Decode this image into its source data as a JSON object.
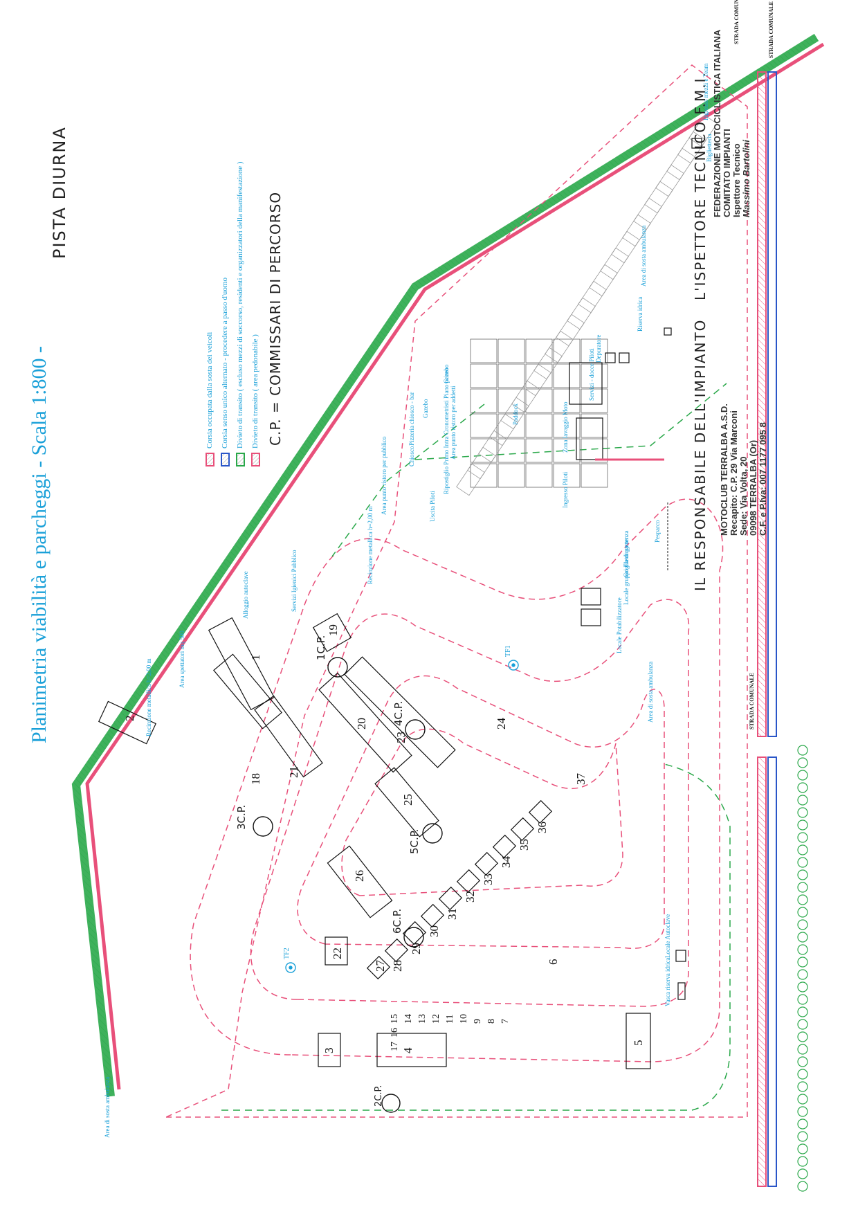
{
  "title": "Planimetria viabilità e parcheggi - Scala 1:800 -",
  "handwritten": {
    "pista": "PISTA DIURNA",
    "cp_note": "C.P. = COMMISSARI DI PERCORSO",
    "responsabile": "IL RESPONSABILE DELL'IMPIANTO",
    "ispettore": "L'ISPETTORE TECNICO F.M.I."
  },
  "legend": [
    {
      "label": "Corsia occupata dalla sosta dei veicoli",
      "color": "#e8507a"
    },
    {
      "label": "Corsia senso unico alternato - procedere a passo d'uomo",
      "color": "#2a56c8"
    },
    {
      "label": "Divieto di transito ( escluso mezzi di soccorso, residenti e organizzatori della manifestazione )",
      "color": "#2aa84a"
    },
    {
      "label": "Divieto di transito ( area pedonabile )",
      "color": "#e8507a"
    }
  ],
  "road_labels": {
    "top": "STRADA COMUNALE",
    "mid": "STRADA COMUNALE",
    "corner": "STRADA COMUNALE"
  },
  "area_labels": {
    "area_spettatori": "Area spettatori mq 500",
    "recinzione_1": "Recinzione metallica h=2,00 m",
    "recinzione_2": "Recinzione metallica h=2,00 m",
    "alloggio": "Alloggio autoclave",
    "servizi_igienici": "Servizi Igienici Pubblico",
    "area_ristoro_pubblico": "Area punto ristoro per pubblico",
    "pizzeria": "Pizzeria chiosco - bar",
    "chiosco": "Chiosco",
    "gazebo_1": "Gazebo",
    "gazebo_2": "Gazebo",
    "area_ristoro_addetti": "Area punto ristoro per addetti",
    "ripostiglio": "Ripostiglio Primo Intra Cronometristi Piano primo",
    "uscita_piloti": "Uscita Piloti",
    "paddock": "Paddock",
    "zona_lavaggio": "Zona lavaggio Moto",
    "ingresso_piloti": "Ingresso Piloti",
    "servizi_docce": "Servizi - docce Piloti",
    "depuratore": "Depuratore",
    "riserva_idrica": "Riserva idrica",
    "area_sosta_ambulanza_1": "Area di sosta ambulanza",
    "area_sosta_ambulanza_2": "Area di sosta ambulanza",
    "area_sosta_ambulanza_3": "Area di sosta ambulanza",
    "biglietteria": "Biglietteria",
    "ingresso_mezzi": "Ingresso mezzi e Team",
    "griglia": "Griglia di partenza",
    "pesparco": "Pesparco",
    "locale_gruppo": "Locale gruppo Elettrogeno",
    "locale_potabilizzatore": "Locale Potabilizzatore",
    "locale_autoclave": "Locale Autoclave",
    "vasca": "Vasca riserva idrica",
    "tf1": "TF1",
    "tf2": "TF2"
  },
  "posts": [
    "1",
    "2",
    "3",
    "4",
    "5",
    "6",
    "7",
    "8",
    "9",
    "10",
    "11",
    "12",
    "13",
    "14",
    "15",
    "16",
    "17",
    "18",
    "19",
    "20",
    "21",
    "22",
    "23",
    "24",
    "25",
    "26",
    "27",
    "28",
    "29",
    "30",
    "31",
    "32",
    "33",
    "34",
    "35",
    "36",
    "37"
  ],
  "cp_marks": [
    "1C.P.",
    "4C.P.",
    "3C.P.",
    "5C.P.",
    "6C.P.",
    "2C.P."
  ],
  "stamps": {
    "fmi_line1": "FEDERAZIONE MOTOCICLISTICA ITALIANA",
    "fmi_line2": "COMITATO IMPIANTI",
    "fmi_line3": "Ispettore Tecnico",
    "fmi_line4": "Massimo Bartolini",
    "club_line1": "MOTOCLUB TERRALBA A.S.D.",
    "club_line2": "Recapito: C.P. 29 Via Marconi",
    "club_line3": "Sede: Via Volta, 20",
    "club_line4": "09098 TERRALBA (Or)",
    "club_line5": "C.F. e P.Iva: 007 1177 095 8"
  }
}
